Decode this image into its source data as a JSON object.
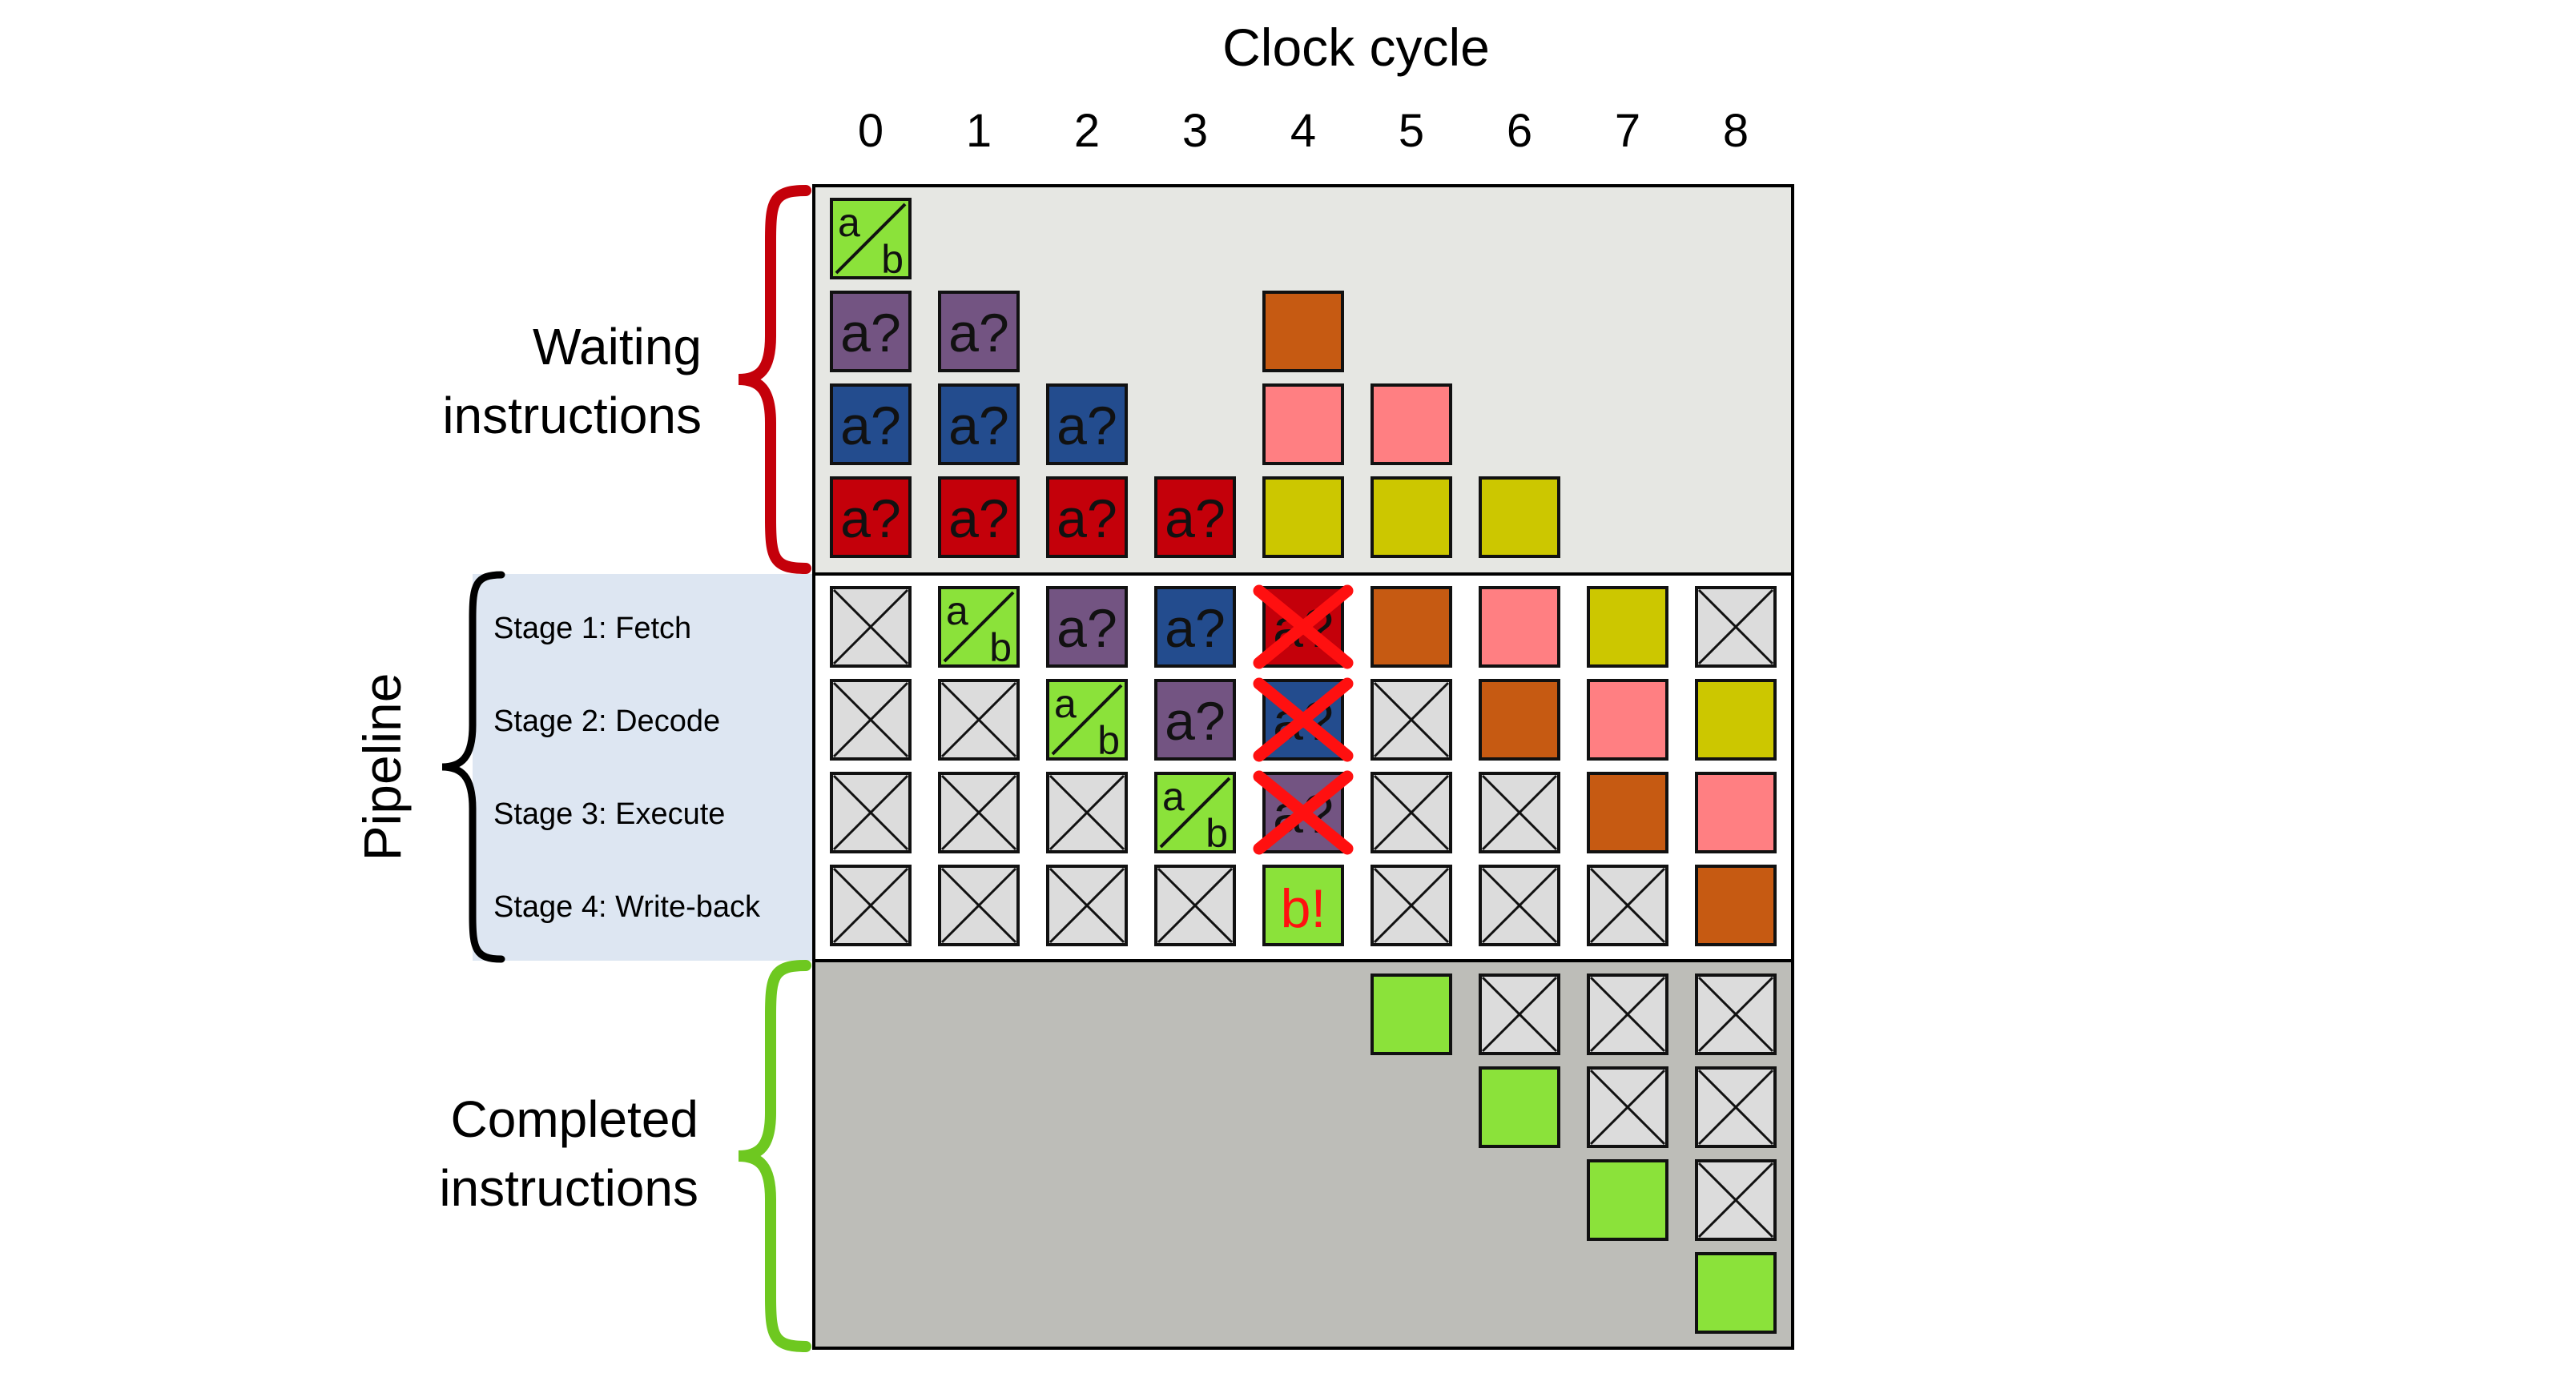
{
  "title": "Clock cycle",
  "cycles": [
    "0",
    "1",
    "2",
    "3",
    "4",
    "5",
    "6",
    "7",
    "8"
  ],
  "sections": {
    "waiting": {
      "label_lines": [
        "Waiting",
        "instructions"
      ],
      "accent": "#c4000a",
      "background": "#e6e7e3"
    },
    "pipeline": {
      "label": "Pipeline",
      "accent": "#000000",
      "background": "#dde6f2"
    },
    "completed": {
      "label_lines": [
        "Completed",
        "instructions"
      ],
      "accent": "#6ec820",
      "background": "#bdbdb8"
    }
  },
  "stages": [
    "Stage 1: Fetch",
    "Stage 2: Decode",
    "Stage 3: Execute",
    "Stage 4: Write-back"
  ],
  "colors": {
    "red": "#c4000a",
    "blue": "#234c8e",
    "purple": "#735482",
    "green": "#8be23a",
    "yellow": "#ccc700",
    "pink": "#ff7f82",
    "orange": "#c65a12",
    "empty": "#dcdcdc",
    "flush_mark": "#ff1010"
  },
  "labels": {
    "question": "a?",
    "branch_top": "a",
    "branch_bottom": "b",
    "resolved": "b!"
  },
  "waiting_queue": [
    [
      "red",
      "blue",
      "purple",
      "green-branch"
    ],
    [
      "red",
      "blue",
      "purple"
    ],
    [
      "red",
      "blue"
    ],
    [
      "red"
    ],
    [
      "yellow",
      "pink",
      "orange"
    ],
    [
      "yellow",
      "pink"
    ],
    [
      "yellow"
    ],
    [],
    []
  ],
  "pipeline_grid": [
    [
      "empty",
      "green-branch",
      "purple-q",
      "blue-q",
      "red-q-flushed",
      "orange",
      "pink",
      "yellow",
      "empty"
    ],
    [
      "empty",
      "empty",
      "green-branch",
      "purple-q",
      "blue-q-flushed",
      "empty",
      "orange",
      "pink",
      "yellow"
    ],
    [
      "empty",
      "empty",
      "empty",
      "green-branch",
      "purple-q-flushed",
      "empty",
      "empty",
      "orange",
      "pink"
    ],
    [
      "empty",
      "empty",
      "empty",
      "empty",
      "green-resolved",
      "empty",
      "empty",
      "empty",
      "orange"
    ]
  ],
  "completed": [
    [],
    [],
    [],
    [],
    [],
    [
      "green"
    ],
    [
      "empty",
      "green"
    ],
    [
      "empty",
      "empty",
      "green"
    ],
    [
      "empty",
      "empty",
      "empty",
      "green"
    ]
  ]
}
